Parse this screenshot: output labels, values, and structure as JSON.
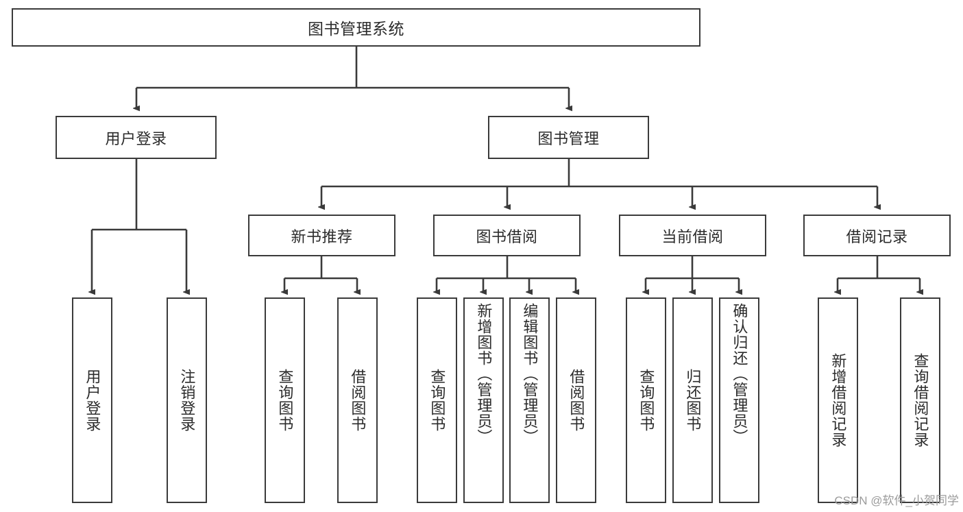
{
  "diagram": {
    "type": "tree-hierarchy-diagram",
    "title": "图书管理系统",
    "root": {
      "id": "root",
      "label": "图书管理系统"
    },
    "level2": [
      {
        "id": "user-login",
        "label": "用户登录"
      },
      {
        "id": "book-manage",
        "label": "图书管理"
      }
    ],
    "level3": [
      {
        "id": "new-book-recommend",
        "label": "新书推荐",
        "parent": "book-manage"
      },
      {
        "id": "book-borrow",
        "label": "图书借阅",
        "parent": "book-manage"
      },
      {
        "id": "current-borrow",
        "label": "当前借阅",
        "parent": "book-manage"
      },
      {
        "id": "borrow-record",
        "label": "借阅记录",
        "parent": "book-manage"
      }
    ],
    "leaves": [
      {
        "id": "leaf-user-login",
        "label": "用户登录",
        "parent": "user-login"
      },
      {
        "id": "leaf-logout-login",
        "label": "注销登录",
        "parent": "user-login"
      },
      {
        "id": "leaf-query-book-1",
        "label": "查询图书",
        "parent": "new-book-recommend"
      },
      {
        "id": "leaf-borrow-book-1",
        "label": "借阅图书",
        "parent": "new-book-recommend"
      },
      {
        "id": "leaf-query-book-2",
        "label": "查询图书",
        "parent": "book-borrow"
      },
      {
        "id": "leaf-add-book",
        "label": "新增图书（管理员）",
        "parent": "book-borrow"
      },
      {
        "id": "leaf-edit-book",
        "label": "编辑图书（管理员）",
        "parent": "book-borrow"
      },
      {
        "id": "leaf-borrow-book-2",
        "label": "借阅图书",
        "parent": "book-borrow"
      },
      {
        "id": "leaf-query-book-3",
        "label": "查询图书",
        "parent": "current-borrow"
      },
      {
        "id": "leaf-return-book",
        "label": "归还图书",
        "parent": "current-borrow"
      },
      {
        "id": "leaf-confirm-return",
        "label": "确认归还（管理员）",
        "parent": "current-borrow"
      },
      {
        "id": "leaf-add-record",
        "label": "新增借阅记录",
        "parent": "borrow-record"
      },
      {
        "id": "leaf-query-record",
        "label": "查询借阅记录",
        "parent": "borrow-record"
      }
    ],
    "colors": {
      "stroke": "#3a3a3a",
      "text": "#2b2b2b",
      "background": "#ffffff",
      "watermark": "#9b9b9b"
    }
  },
  "watermark": {
    "text": "CSDN @软件_小贺同学"
  }
}
